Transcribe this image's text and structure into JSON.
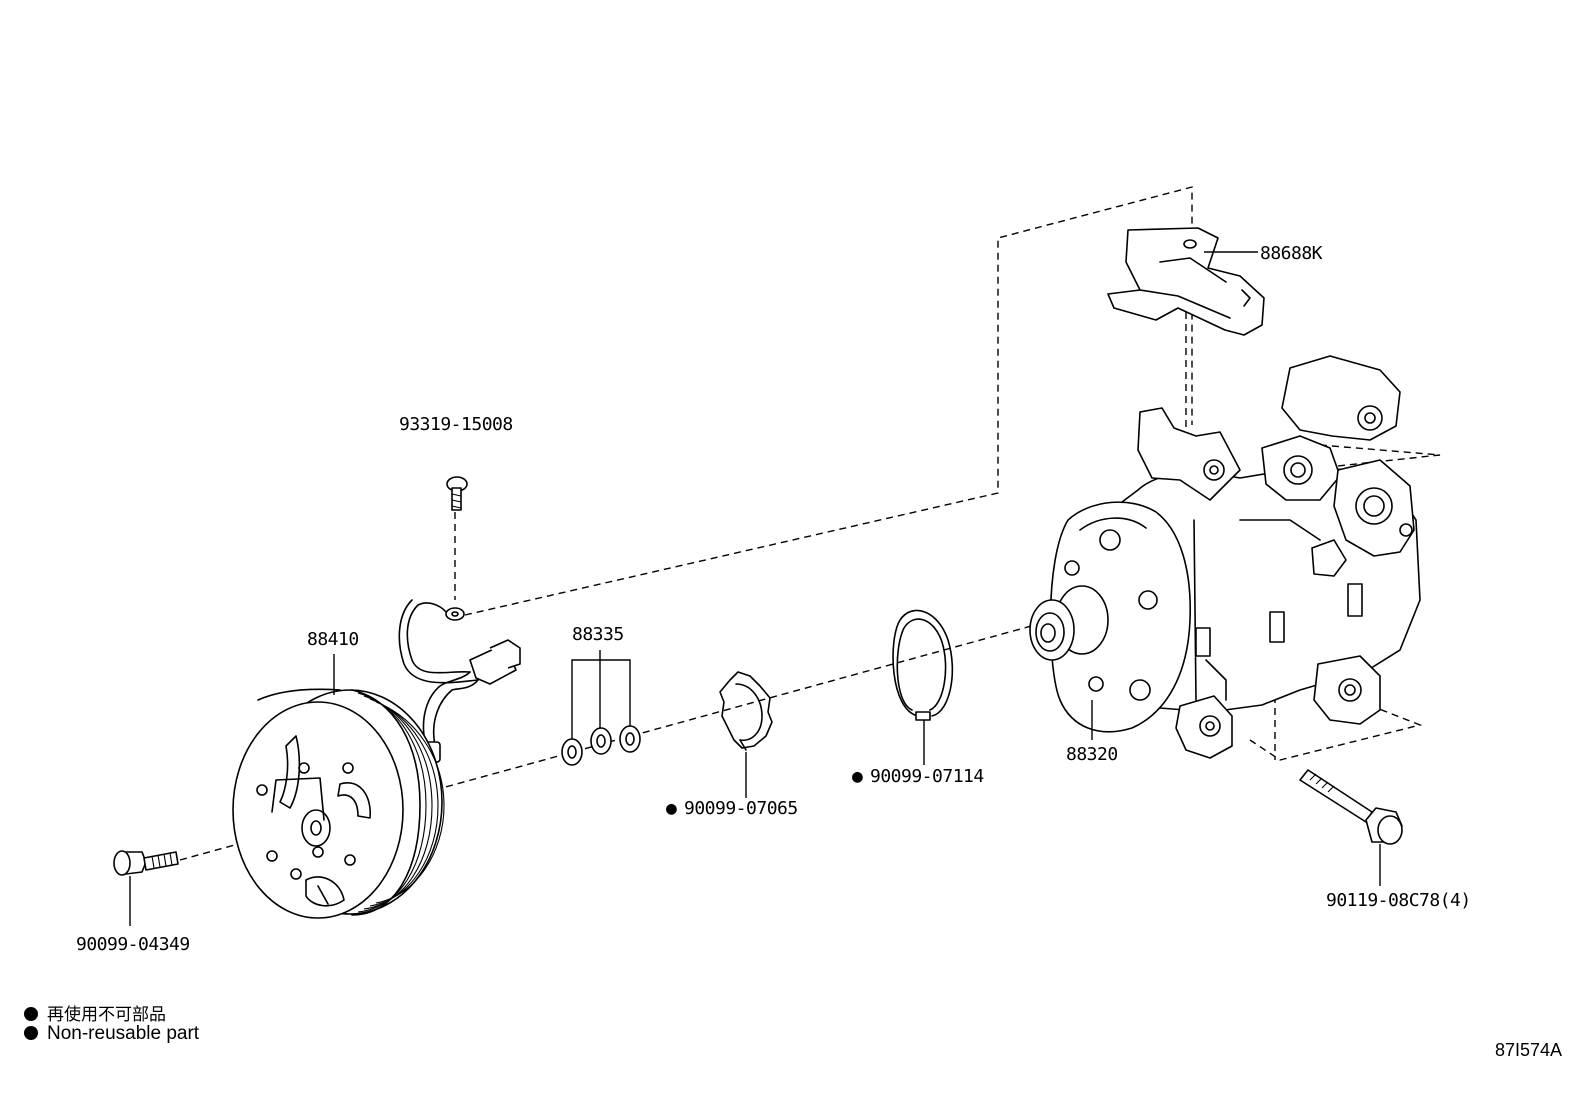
{
  "parts": {
    "bracket": "88688K",
    "screw": "93319-15008",
    "clutch_assembly": "88410",
    "shim_set": "88335",
    "snap_ring_small": "90099-07065",
    "snap_ring_large": "90099-07114",
    "compressor": "88320",
    "clutch_bolt": "90099-04349",
    "mount_bolt": "90119-08C78(4)"
  },
  "non_reusable_marker": "●",
  "legend": {
    "marker": "●",
    "text_cjk": "再使用不可部品",
    "text_en": "Non-reusable part"
  },
  "figure_code": "87I574A"
}
